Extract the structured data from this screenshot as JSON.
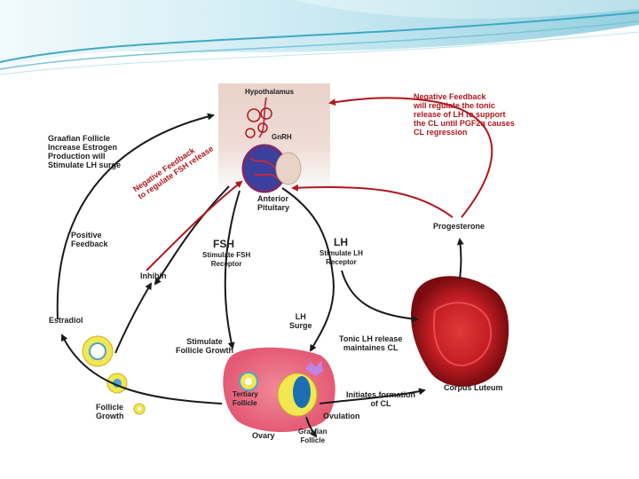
{
  "labels": {
    "hypothalamus": "Hypothalamus",
    "gnrh": "GnRH",
    "anterior_pituitary": "Anterior\nPituitary",
    "graafian_stimulate": "Graafian Follicle\nIncrease Estrogen\nProduction will\nStimulate LH surge",
    "negative_feedback_fsh": "Negative Feedback\nto regulate FSH release",
    "negative_feedback_lh": "Negative Feedback\nwill regulate the tonic\nrelease of LH to support\nthe CL until PGF2α causes\nCL regression",
    "positive_feedback": "Positive\nFeedback",
    "fsh": "FSH",
    "fsh_receptor": "Stimulate FSH\nReceptor",
    "lh": "LH",
    "lh_receptor": "Stimulate LH\nReceptor",
    "progesterone": "Progesterone",
    "inhibin": "Inhibin",
    "estradiol": "Estradiol",
    "lh_surge": "LH\nSurge",
    "stimulate_follicle_growth": "Stimulate\nFollicle Growth",
    "tonic_lh": "Tonic LH release\nmaintaines CL",
    "tertiary_follicle": "Tertiary\nFollicle",
    "ovulation": "Ovulation",
    "initiates_formation": "Initiates formation\nof CL",
    "corpus_luteum": "Corpus Luteum",
    "follicle_growth": "Follicle\nGrowth",
    "ovary": "Ovary",
    "graafian_follicle": "Graafian\nFollicle"
  },
  "colors": {
    "black_arrow": "#1a1a1a",
    "red_arrow": "#b0161b",
    "header_teal": "#3fa9c6"
  }
}
